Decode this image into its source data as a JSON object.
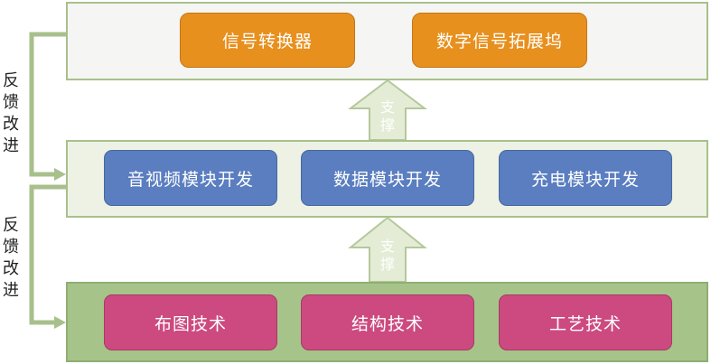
{
  "layers": {
    "top": {
      "items": [
        "信号转换器",
        "数字信号拓展坞"
      ]
    },
    "middle": {
      "items": [
        "音视频模块开发",
        "数据模块开发",
        "充电模块开发"
      ]
    },
    "bottom": {
      "items": [
        "布图技术",
        "结构技术",
        "工艺技术"
      ]
    }
  },
  "arrows": {
    "support_upper": [
      "支",
      "撑"
    ],
    "support_lower": [
      "支",
      "撑"
    ]
  },
  "feedback": {
    "upper": [
      "反",
      "馈",
      "改",
      "进"
    ],
    "lower": [
      "反",
      "馈",
      "改",
      "进"
    ]
  },
  "colors": {
    "orange_box": "#e8901e",
    "blue_box": "#5a7ec0",
    "pink_box": "#cc4a80",
    "layer_border": "#a8c08c",
    "bottom_layer": "#a6c48a",
    "arrow_fill": "#e4ecd6",
    "feedback_line": "#a8c08c"
  }
}
